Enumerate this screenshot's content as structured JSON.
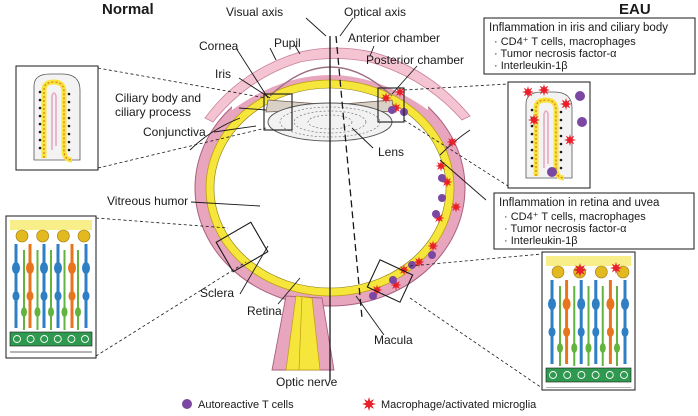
{
  "headings": {
    "normal": "Normal",
    "eau": "EAU"
  },
  "labels": {
    "visual_axis": "Visual axis",
    "optical_axis": "Optical axis",
    "cornea": "Cornea",
    "pupil": "Pupil",
    "anterior_chamber": "Anterior chamber",
    "posterior_chamber": "Posterior chamber",
    "iris": "Iris",
    "ciliary_line1": "Ciliary body and",
    "ciliary_line2": "ciliary process",
    "conjunctiva": "Conjunctiva",
    "lens": "Lens",
    "vitreous_humor": "Vitreous humor",
    "sclera": "Sclera",
    "retina": "Retina",
    "macula": "Macula",
    "optic_nerve": "Optic nerve"
  },
  "box_iris": {
    "title": "Inflammation in iris and ciliary body",
    "items": [
      "· CD4⁺ T cells, macrophages",
      "· Tumor necrosis factor-α",
      "· Interleukin-1β"
    ]
  },
  "box_retina": {
    "title": "Inflammation in retina and uvea",
    "items": [
      "· CD4⁺ T cells, macrophages",
      "· Tumor necrosis factor-α",
      "· Interleukin-1β"
    ]
  },
  "legend": {
    "t_cells": "Autoreactive T cells",
    "macrophage": "Macrophage/activated microglia"
  },
  "colors": {
    "sclera_pink": "#e8a5be",
    "conjunctiva_pink": "#f5c4d2",
    "retina_yellow": "#f6e53a",
    "t_cell_purple": "#7b47a3",
    "macrophage_red": "#e8202a",
    "photoreceptor_blue": "#2f7fc4",
    "bipolar_orange": "#e9741e",
    "muller_green": "#63b43f",
    "rpe_green": "#2f9a4f"
  }
}
